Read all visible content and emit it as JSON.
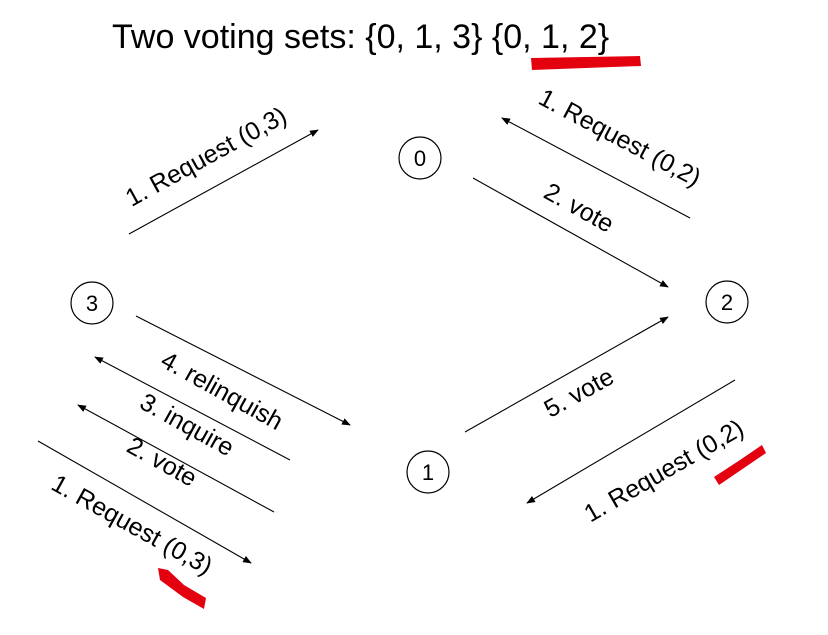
{
  "title": "Two voting sets: {0, 1, 3} {0, 1, 2}",
  "nodes": [
    "0",
    "1",
    "2",
    "3"
  ],
  "edges": {
    "top_left": "1. Request (0,3)",
    "top_right_request": "1. Request (0,2)",
    "top_right_vote": "2. vote",
    "bottom_right_vote": "5. vote",
    "bottom_right_request": "1. Request (0,2)",
    "left_relinquish": "4. relinquish",
    "left_inquire": "3. inquire",
    "left_vote": "2. vote",
    "left_request": "1. Request (0,3)"
  },
  "colors": {
    "annotation": "#e3000f",
    "ink": "#000000"
  }
}
